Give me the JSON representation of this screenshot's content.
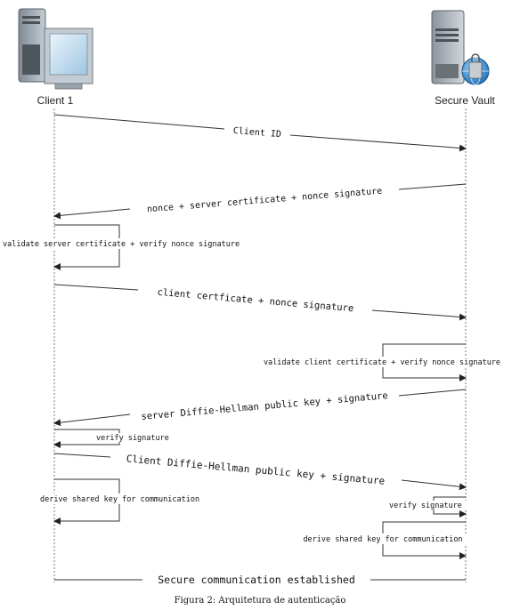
{
  "actors": {
    "client": {
      "label": "Client 1",
      "icon": "desktop-computer-icon"
    },
    "vault": {
      "label": "Secure Vault",
      "icon": "server-globe-icon"
    }
  },
  "messages": [
    {
      "label": "Client ID",
      "from": "client",
      "to": "vault"
    },
    {
      "label": "nonce + server certificate + nonce signature",
      "from": "vault",
      "to": "client"
    },
    {
      "label": "client certficate + nonce signature",
      "from": "client",
      "to": "vault"
    },
    {
      "label": "server Diffie-Hellman public key + signature",
      "from": "vault",
      "to": "client"
    },
    {
      "label": "Client Diffie-Hellman public key + signature",
      "from": "client",
      "to": "vault"
    },
    {
      "label": "Secure communication established",
      "from": "vault",
      "to": "client"
    }
  ],
  "self_steps": [
    {
      "label": "validate server certificate +  verify nonce signature",
      "actor": "client"
    },
    {
      "label": "validate client certificate + verify nonce signature",
      "actor": "vault"
    },
    {
      "label": "verify signature",
      "actor": "client"
    },
    {
      "label": "derive shared key for communication",
      "actor": "client"
    },
    {
      "label": "verify signature",
      "actor": "vault"
    },
    {
      "label": "derive shared key for communication",
      "actor": "vault"
    }
  ],
  "caption": "Figura 2: Arquitetura de autenticação"
}
